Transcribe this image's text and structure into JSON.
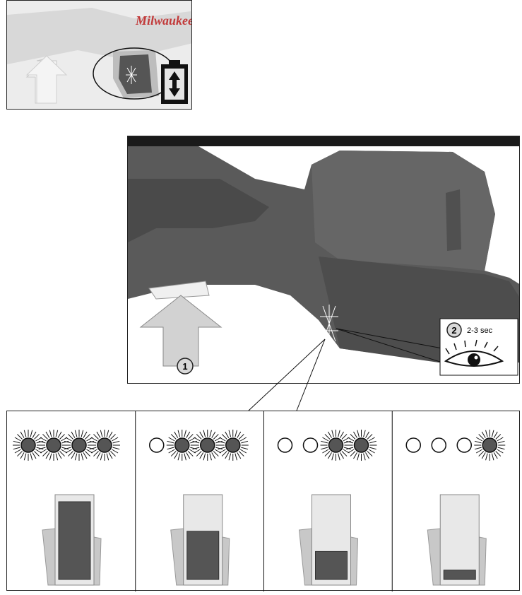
{
  "brand": "Milwaukee",
  "step1": "1",
  "step2": "2",
  "duration": "2-3 sec",
  "levels": [
    {
      "lit": 4,
      "charge": 1.0
    },
    {
      "lit": 3,
      "charge": 0.62
    },
    {
      "lit": 2,
      "charge": 0.36
    },
    {
      "lit": 1,
      "charge": 0.12
    }
  ],
  "icons": [
    "up-arrow-icon",
    "battery-charge-icon",
    "eye-icon",
    "led-indicator-icon",
    "battery-pack-icon"
  ]
}
